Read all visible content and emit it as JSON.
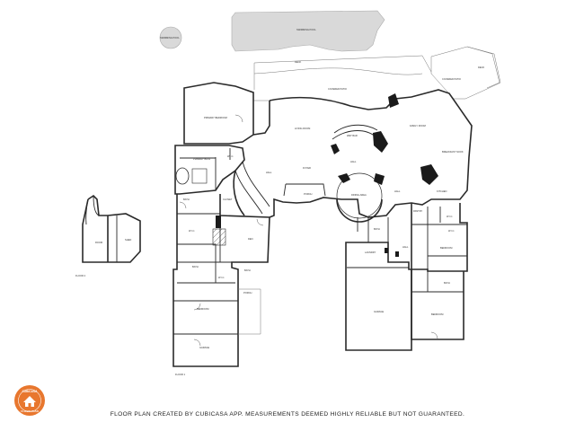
{
  "rooms": {
    "swimming_pool": "SWIMMING POOL",
    "swimming_pool2": "SWIMMING POOL",
    "deck": "DECK",
    "covered_patio": "COVERED PATIO",
    "covered_patio2": "COVERED PATIO",
    "deck2": "DECK",
    "primary_bedroom": "PRIMARY BEDROOM",
    "primary_bath": "PRIMARY BATH",
    "wic": "W.I.C.",
    "hall": "HALL",
    "living_room": "LIVING ROOM",
    "wet_bar": "WET BAR",
    "family_room": "FAMILY ROOM",
    "breakfast_nook": "BREAKFAST NOOK",
    "foyer": "FOYER",
    "porch": "PORCH",
    "dining_area": "DINING AREA",
    "kitchen": "KITCHEN",
    "bath": "BATH",
    "wic2": "W.I.C.",
    "den": "DEN",
    "wic3": "W.I.C.",
    "bath2": "BATH",
    "bath3": "BATH",
    "porch2": "PORCH",
    "bedroom": "BEDROOM",
    "garage": "GARAGE",
    "laundry": "LAUNDRY",
    "bath4": "BATH",
    "garage2": "GARAGE",
    "bedroom2": "BEDROOM",
    "bath5": "BATH",
    "bedroom3": "BEDROOM",
    "room": "ROOM",
    "shed": "SHED",
    "hall2": "HALL",
    "pantry": "PANTRY",
    "wic4": "W.I.C.",
    "closet": "CLOSET",
    "hall3": "HALL",
    "wic5": "W.I.C.",
    "hall4": "HALL"
  },
  "floor_labels": {
    "floor2": "FLOOR 2",
    "floor1": "FLOOR 1"
  },
  "footer": "FLOOR PLAN CREATED BY CUBICASA APP. MEASUREMENTS DEEMED HIGHLY RELIABLE BUT NOT GUARANTEED.",
  "logo": {
    "top_text": "CUBICASA",
    "bottom_text": "FLOOR PLAN",
    "color": "#e8772e"
  },
  "colors": {
    "wall": "#2a2a2a",
    "pool_fill": "#d9d9d9"
  }
}
